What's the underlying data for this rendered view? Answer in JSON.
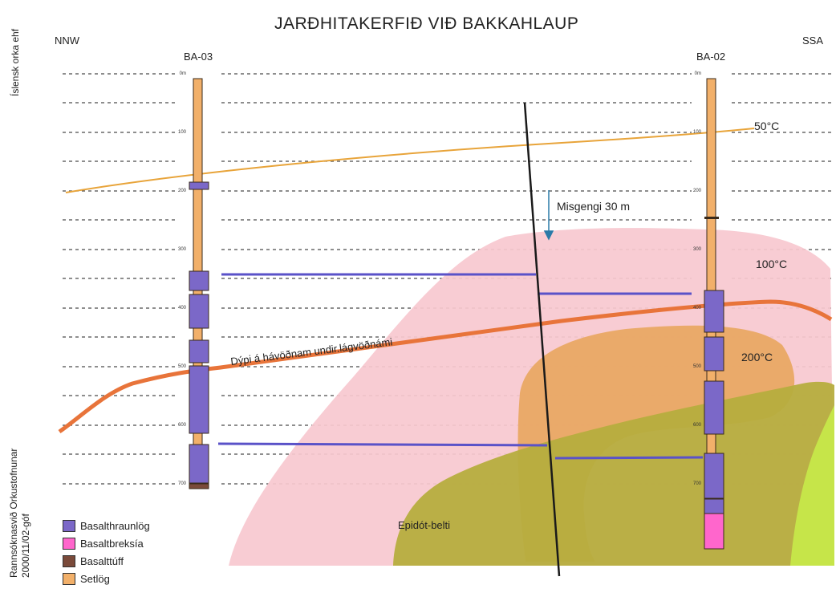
{
  "title": "JARÐHITAKERFIÐ VIÐ BAKKAHLAUP",
  "direction": {
    "left": "NNW",
    "right": "SSA"
  },
  "wells": [
    {
      "name": "BA-03",
      "depth_ticks": [
        "0m",
        "100",
        "200",
        "300",
        "400",
        "500",
        "600",
        "700"
      ]
    },
    {
      "name": "BA-02",
      "depth_ticks": [
        "0m",
        "100",
        "200",
        "300",
        "400",
        "500",
        "600",
        "700"
      ]
    }
  ],
  "annotations": {
    "isotherm_50": "50°C",
    "isotherm_100": "100°C",
    "isotherm_200": "200°C",
    "fault": "Misgengi 30 m",
    "permeability": "Dýpi á hávöðnam undir.lágvöðnámi",
    "epidote": "Epidót-belti"
  },
  "side_text": {
    "company": "Íslensk orka ehf",
    "agency_line1": "Rannsóknasvið Orkustofnunar",
    "agency_line2": "2000/11/02-góf"
  },
  "legend": [
    {
      "label": "Basalthraunlög",
      "color": "#7b68c8"
    },
    {
      "label": "Basaltbreksía",
      "color": "#ff66cc"
    },
    {
      "label": "Basalttúff",
      "color": "#7a4a3a"
    },
    {
      "label": "Setlög",
      "color": "#f2b06a"
    }
  ],
  "colors": {
    "zone_100": "#f7c8cf",
    "zone_200": "#e9a864",
    "epidote": "#b6ad3e",
    "green_edge": "#c6e84a",
    "isotherm_50_line": "#e8a43a",
    "permeability_line": "#e8743a",
    "layer_link": "#5a52c8",
    "fault_line": "#1a1a1a",
    "grid": "#4a4a4a"
  }
}
